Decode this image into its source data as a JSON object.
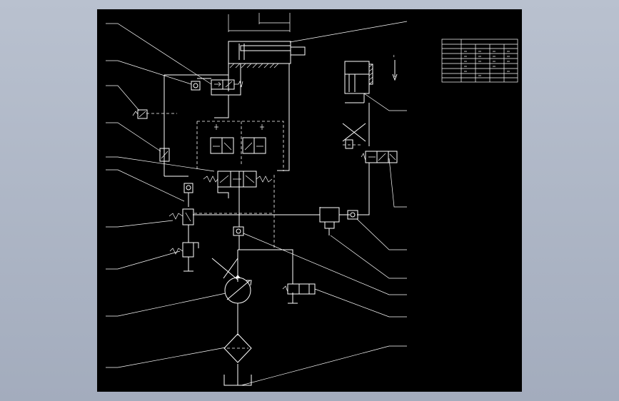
{
  "drawing": {
    "title_block": {
      "header": "",
      "rows": [
        "",
        "",
        "",
        "",
        "",
        ""
      ]
    },
    "dimension_labels": {
      "top": "",
      "bottom": ""
    },
    "stroke_color": "#ffffff",
    "background_color": "#000000",
    "viewport_color": "#a9b1c0"
  },
  "callouts": [
    {
      "id": "c1",
      "label": ""
    },
    {
      "id": "c2",
      "label": ""
    },
    {
      "id": "c3",
      "label": ""
    },
    {
      "id": "c4",
      "label": ""
    },
    {
      "id": "c5",
      "label": ""
    },
    {
      "id": "c6",
      "label": ""
    },
    {
      "id": "c7",
      "label": ""
    },
    {
      "id": "c8",
      "label": ""
    },
    {
      "id": "c9",
      "label": ""
    },
    {
      "id": "c10",
      "label": ""
    },
    {
      "id": "c11",
      "label": ""
    },
    {
      "id": "c12",
      "label": ""
    },
    {
      "id": "c13",
      "label": ""
    },
    {
      "id": "c14",
      "label": ""
    },
    {
      "id": "c15",
      "label": ""
    },
    {
      "id": "c16",
      "label": ""
    },
    {
      "id": "c17",
      "label": ""
    },
    {
      "id": "c18",
      "label": ""
    },
    {
      "id": "c19",
      "label": ""
    }
  ]
}
